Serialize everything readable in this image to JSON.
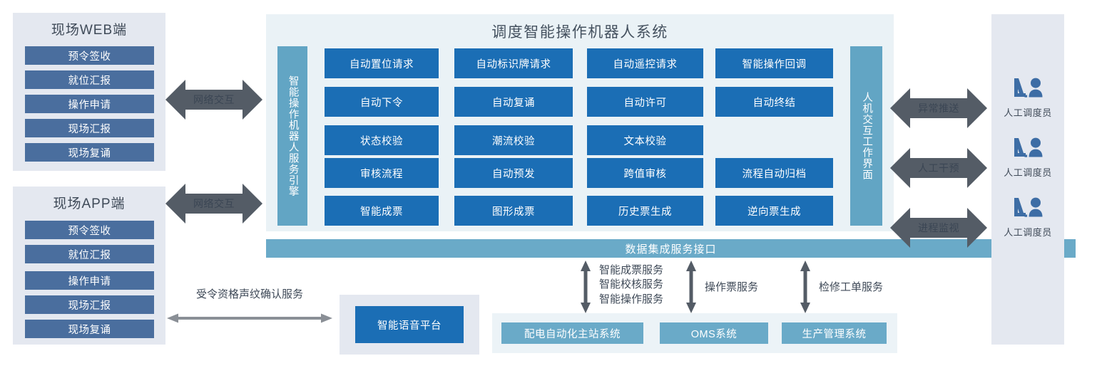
{
  "left_clients": [
    {
      "title": "现场WEB端",
      "items": [
        "预令签收",
        "就位汇报",
        "操作申请",
        "现场汇报",
        "现场复诵"
      ]
    },
    {
      "title": "现场APP端",
      "items": [
        "预令签收",
        "就位汇报",
        "操作申请",
        "现场汇报",
        "现场复诵"
      ]
    }
  ],
  "network_arrows": [
    {
      "label": "网络交互"
    },
    {
      "label": "网络交互"
    }
  ],
  "main_system": {
    "title": "调度智能操作机器人系统",
    "left_bar_label": "智能操作机器人服务引擎",
    "right_bar_label": "人机交互工作界面",
    "rows": [
      [
        "自动置位请求",
        "自动标识牌请求",
        "自动遥控请求",
        "智能操作回调"
      ],
      [
        "自动下令",
        "自动复诵",
        "自动许可",
        "自动终结"
      ],
      [
        "状态校验",
        "潮流校验",
        "文本校验"
      ],
      [
        "审核流程",
        "自动预发",
        "跨值审核",
        "流程自动归档"
      ],
      [
        "智能成票",
        "图形成票",
        "历史票生成",
        "逆向票生成"
      ]
    ]
  },
  "interaction_arrows": [
    {
      "label": "异常推送"
    },
    {
      "label": "人工干预"
    },
    {
      "label": "进程监视"
    }
  ],
  "dispatchers": [
    {
      "label": "人工调度员"
    },
    {
      "label": "人工调度员"
    },
    {
      "label": "人工调度员"
    }
  ],
  "data_bar": {
    "label": "数据集成服务接口"
  },
  "service_labels": [
    {
      "text": "智能成票服务\n智能校核服务\n智能操作服务"
    },
    {
      "text": "操作票服务"
    },
    {
      "text": "检修工单服务"
    }
  ],
  "bottom_systems": [
    {
      "label": "配电自动化主站系统"
    },
    {
      "label": "OMS系统"
    },
    {
      "label": "生产管理系统"
    }
  ],
  "voice": {
    "service_label": "受令资格声纹确认服务",
    "platform_label": "智能语音平台"
  },
  "colors": {
    "deep_blue": "#1b6eb5",
    "slate_blue": "#4a6e9e",
    "teal": "#6aaac8",
    "panel_grey": "#e4e8f0",
    "panel_pale": "#eaf2f6",
    "arrow_grey": "#545c66",
    "icon_blue": "#3d6da5",
    "text_dark": "#3f4a58"
  }
}
